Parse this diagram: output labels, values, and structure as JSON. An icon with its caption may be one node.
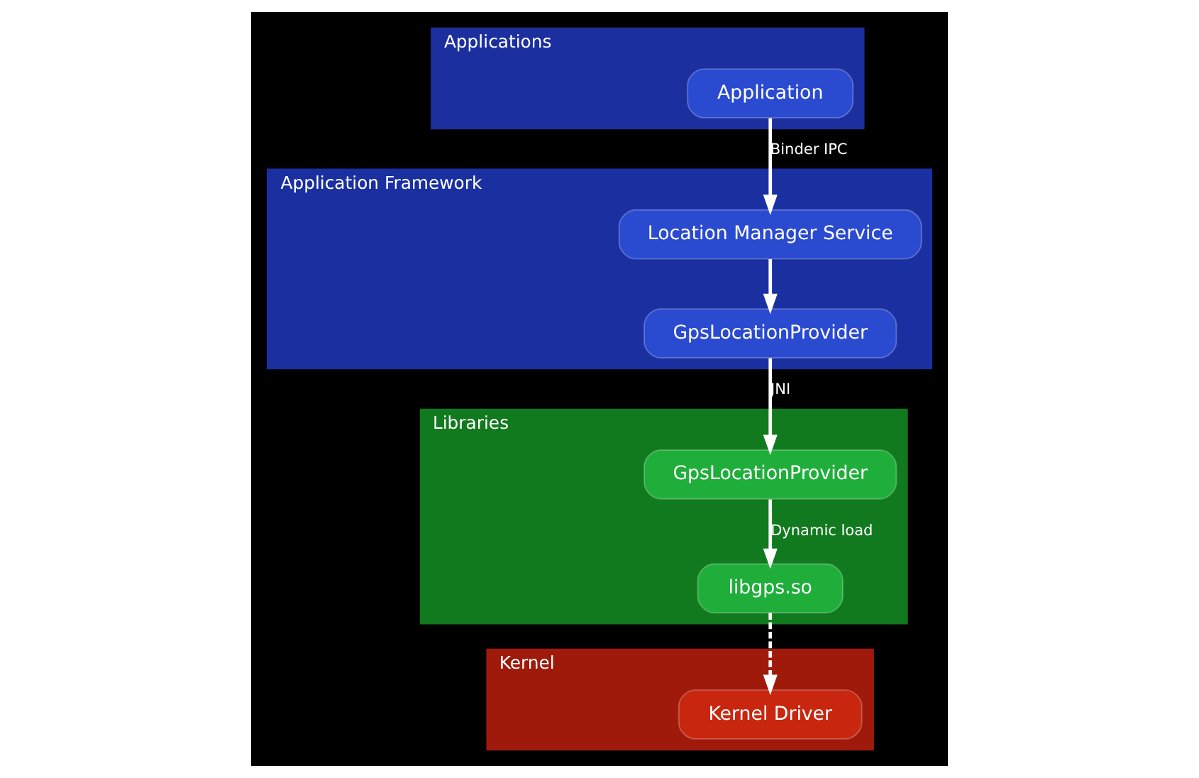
{
  "diagram": {
    "nodes": [
      {
        "text": [
          "Applications"
        ]
      },
      {
        "text": [
          "Application"
        ],
        "in": 0
      },
      {
        "text": [
          "Application Framework"
        ]
      },
      {
        "text": [
          "Location Manager Service"
        ],
        "in": 2
      },
      {
        "text": [
          "GpsLocationProvider"
        ],
        "in": 2
      },
      {
        "text": [
          "Libraries"
        ]
      },
      {
        "text": [
          "GpsLocationProvider"
        ],
        "in": 5
      },
      {
        "text": [
          "libgps.so"
        ],
        "in": 5
      },
      {
        "text": [
          "Kernel"
        ]
      },
      {
        "text": [
          "Kernel Driver"
        ],
        "in": 8
      }
    ],
    "edges": [
      {
        "from": 1,
        "to": 3,
        "arrow": "to",
        "label": "Binder IPC"
      },
      {
        "from": 3,
        "to": 4,
        "arrow": "to"
      },
      {
        "from": 4,
        "to": 6,
        "arrow": "to",
        "label": "JNI"
      },
      {
        "from": 6,
        "to": 7,
        "arrow": "to",
        "label": "Dynamic load"
      },
      {
        "from": 7,
        "to": 9,
        "arrow": "to",
        "style": "dashed"
      }
    ]
  }
}
